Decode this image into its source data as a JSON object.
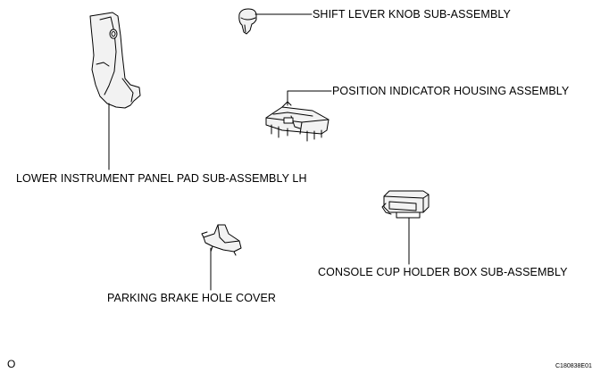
{
  "diagram": {
    "labels": {
      "shift_lever_knob": "SHIFT LEVER KNOB SUB-ASSEMBLY",
      "position_indicator_housing": "POSITION INDICATOR HOUSING ASSEMBLY",
      "lower_instrument_panel_pad": "LOWER INSTRUMENT PANEL PAD SUB-ASSEMBLY LH",
      "console_cup_holder_box": "CONSOLE CUP HOLDER BOX SUB-ASSEMBLY",
      "parking_brake_hole_cover": "PARKING BRAKE HOLE COVER"
    },
    "corner_mark": "O",
    "figure_code": "C180838E01"
  }
}
